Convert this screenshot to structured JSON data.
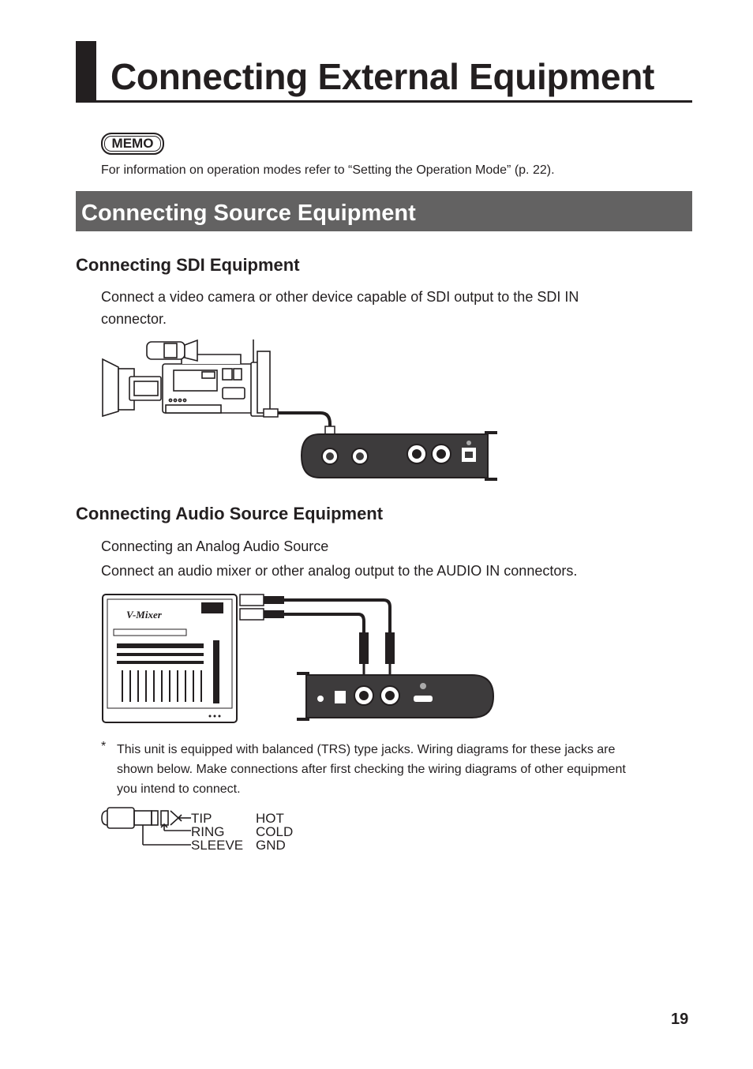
{
  "page": {
    "title": "Connecting External Equipment",
    "page_number": "19"
  },
  "memo": {
    "badge": "MEMO",
    "text": "For information on operation modes refer to “Setting the Operation Mode” (p. 22)."
  },
  "section": {
    "title": "Connecting Source Equipment"
  },
  "sdi": {
    "heading": "Connecting SDI Equipment",
    "body": "Connect a video camera or other device capable of SDI output to the SDI IN connector."
  },
  "audio": {
    "heading": "Connecting Audio Source Equipment",
    "subheading": "Connecting an Analog Audio Source",
    "body": "Connect an audio mixer or other analog output to the AUDIO IN connectors.",
    "mixer_logo": "V-Mixer",
    "note_marker": "*",
    "note": "This unit is equipped with balanced (TRS) type jacks. Wiring diagrams for these jacks are shown below. Make connections after first checking the wiring diagrams of other equipment you intend to connect."
  },
  "trs": {
    "labels": [
      "TIP",
      "RING",
      "SLEEVE"
    ],
    "signals": [
      "HOT",
      "COLD",
      "GND"
    ]
  }
}
